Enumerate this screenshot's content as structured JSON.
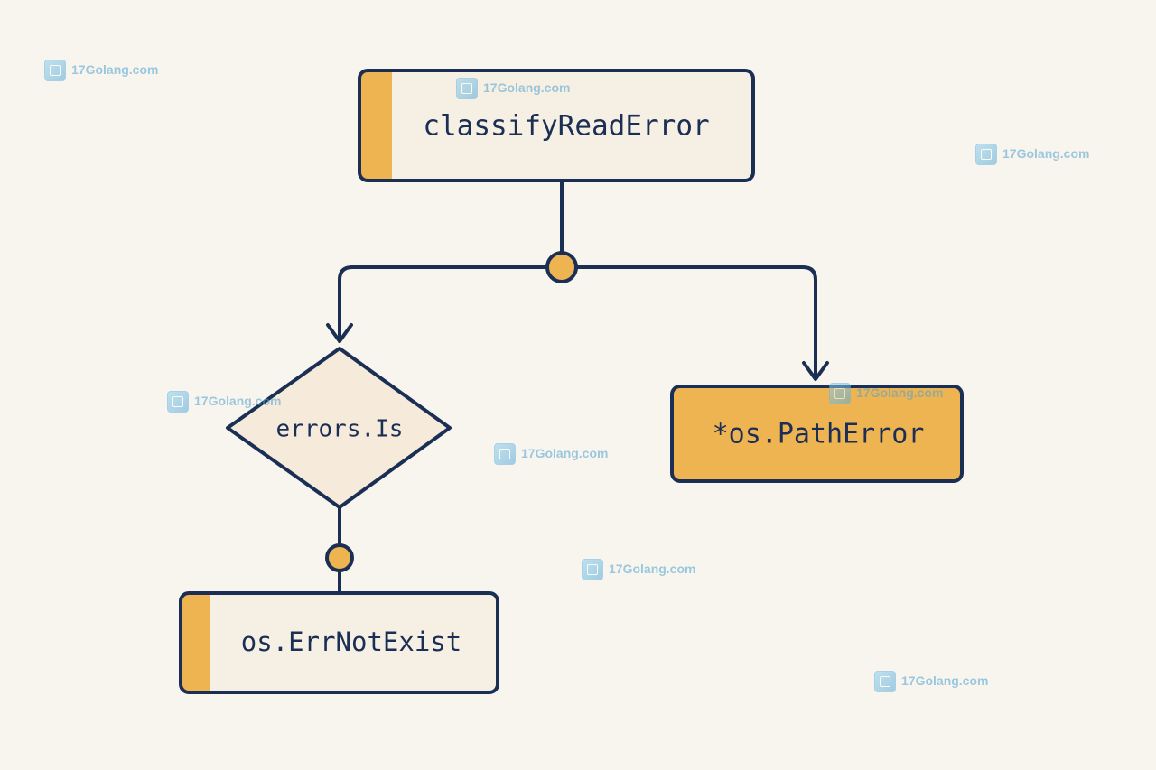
{
  "nodes": {
    "classify": {
      "label": "classifyReadError"
    },
    "errors_is": {
      "label": "errors.Is"
    },
    "path_error": {
      "label": "*os.PathError"
    },
    "err_not_exist": {
      "label": "os.ErrNotExist"
    }
  },
  "watermark": {
    "text": "17Golang.com"
  },
  "colors": {
    "background": "#f8f5ef",
    "node_fill": "#f6f0e4",
    "accent": "#efb452",
    "stroke": "#1b2f55"
  }
}
